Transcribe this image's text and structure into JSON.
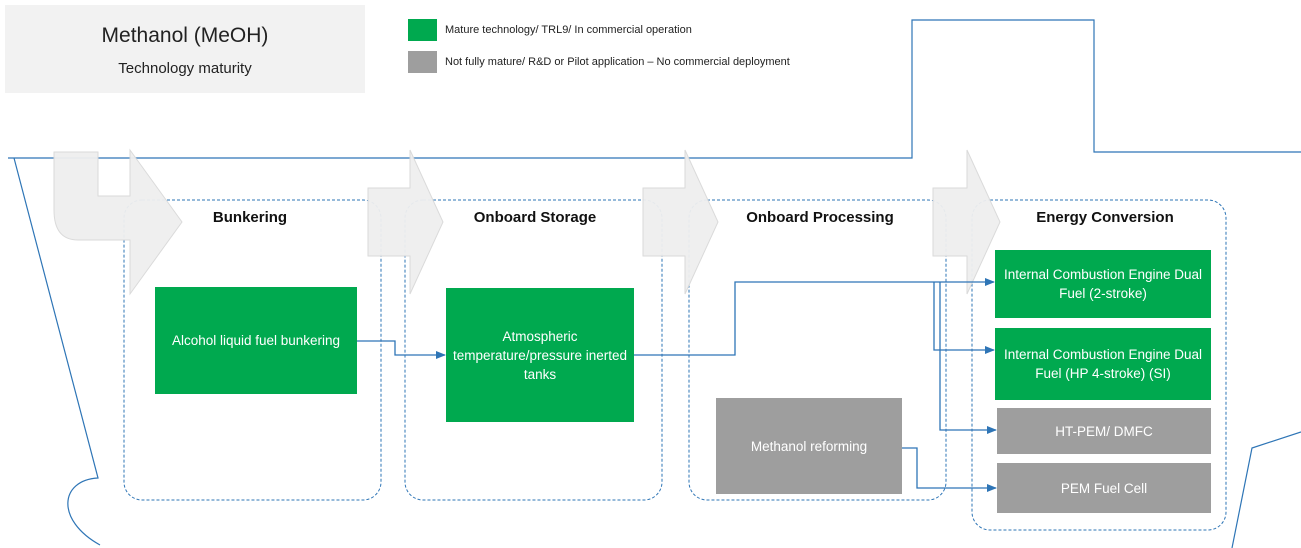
{
  "title": {
    "main": "Methanol (MeOH)",
    "subtitle": "Technology maturity"
  },
  "legend": [
    {
      "label": "Mature technology/ TRL9/ In commercial operation",
      "color": "#00a94f"
    },
    {
      "label": "Not fully mature/ R&D or Pilot application – No commercial deployment",
      "color": "#9e9e9e"
    }
  ],
  "stages": {
    "bunkering": "Bunkering",
    "storage": "Onboard Storage",
    "processing": "Onboard Processing",
    "conversion": "Energy Conversion"
  },
  "boxes": {
    "bunkering": "Alcohol liquid fuel bunkering",
    "storage": "Atmospheric temperature/pressure inerted tanks",
    "reforming": "Methanol reforming",
    "ice2": "Internal Combustion Engine Dual Fuel (2-stroke)",
    "ice4": "Internal Combustion Engine Dual Fuel (HP 4-stroke) (SI)",
    "htpem": "HT-PEM/ DMFC",
    "pem": "PEM Fuel Cell"
  },
  "colors": {
    "mature": "#00a94f",
    "immature": "#9e9e9e",
    "connector": "#2e75b6",
    "outline": "#2e75b6"
  }
}
